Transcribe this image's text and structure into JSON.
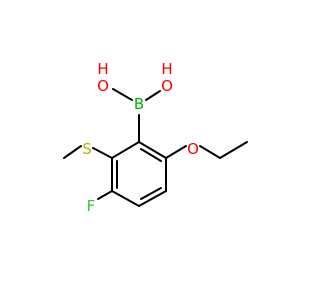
{
  "molecule": {
    "atoms": {
      "h_left": "H",
      "o_left": "O",
      "h_right": "H",
      "o_right": "O",
      "boron": "B",
      "sulfur": "S",
      "oxygen_ether": "O",
      "fluorine": "F"
    },
    "colors": {
      "bond": "#000000",
      "oxygen": "#ff0000",
      "boron": "#00b500",
      "sulfur": "#b3b300",
      "fluorine": "#33cc33"
    }
  }
}
